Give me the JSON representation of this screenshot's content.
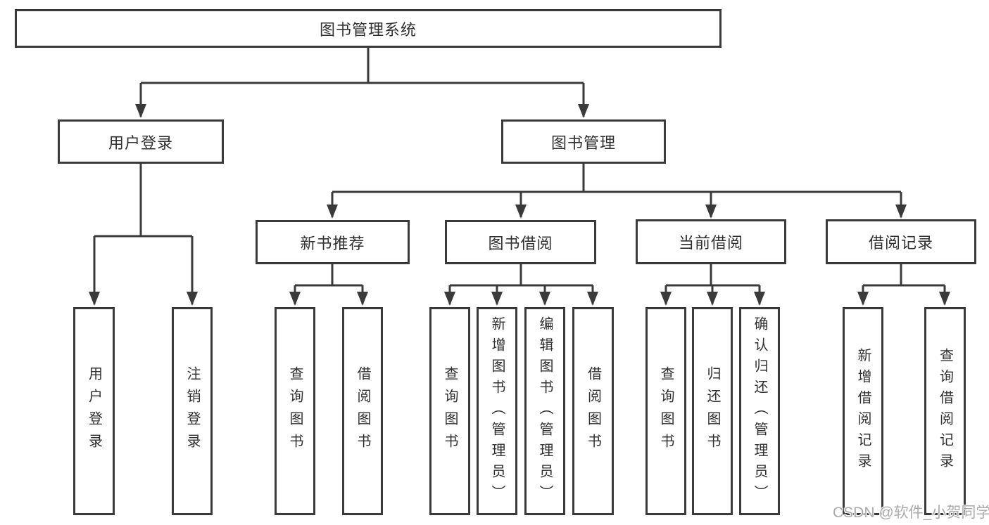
{
  "diagram": {
    "root": {
      "label": "图书管理系统"
    },
    "branches": [
      {
        "label": "用户登录",
        "children": [
          {
            "label": "用户登录"
          },
          {
            "label": "注销登录"
          }
        ]
      },
      {
        "label": "图书管理",
        "children": [
          {
            "label": "新书推荐",
            "children": [
              {
                "label": "查询图书"
              },
              {
                "label": "借阅图书"
              }
            ]
          },
          {
            "label": "图书借阅",
            "children": [
              {
                "label": "查询图书"
              },
              {
                "label": "新增图书（管理员）"
              },
              {
                "label": "编辑图书（管理员）"
              },
              {
                "label": "借阅图书"
              }
            ]
          },
          {
            "label": "当前借阅",
            "children": [
              {
                "label": "查询图书"
              },
              {
                "label": "归还图书"
              },
              {
                "label": "确认归还（管理员）"
              }
            ]
          },
          {
            "label": "借阅记录",
            "children": [
              {
                "label": "新增借阅记录"
              },
              {
                "label": "查询借阅记录"
              }
            ]
          }
        ]
      }
    ]
  },
  "watermark": {
    "text": "CSDN @软件_小贺同学"
  },
  "colors": {
    "line": "#3a3a3a",
    "box_border": "#3a3a3a",
    "text": "#2f2f2f",
    "background": "#ffffff",
    "watermark": "#ababab"
  }
}
